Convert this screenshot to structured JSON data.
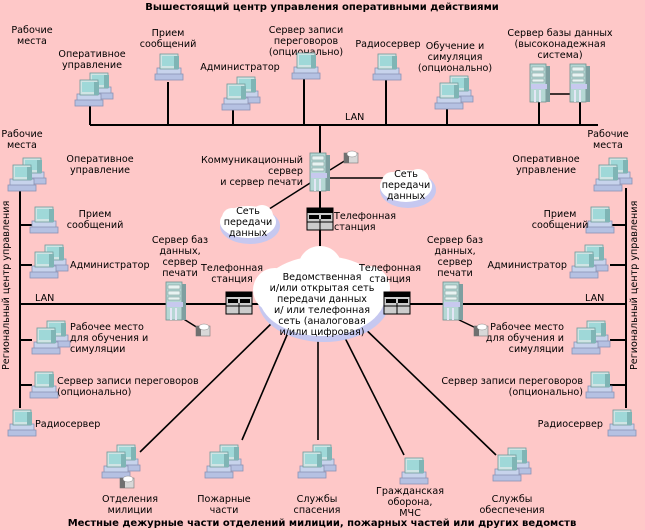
{
  "colors": {
    "background": "#fec8c8",
    "line": "#000000",
    "monitor_screen": "#9fd8d8",
    "monitor_case": "#c7d3ec",
    "cloud": "#ffffff",
    "cloud_shadow": "#c6c8f0",
    "server_body": "#b5d7d4"
  },
  "titles": {
    "top": "Вышестоящий центр управления оперативными действиями",
    "bottom": "Местные дежурные части отделений милиции, пожарных частей или других ведомств",
    "left_side": "Региональный центр управления",
    "right_side": "Региональный центр управления"
  },
  "top_center": {
    "workplaces": "Рабочие\nместа",
    "lan": "LAN",
    "nodes": [
      {
        "label": "Оперативное\nуправление",
        "icon": "workstation-pair"
      },
      {
        "label": "Прием\nсообщений",
        "icon": "workstation"
      },
      {
        "label": "Администратор",
        "icon": "workstation-pair"
      },
      {
        "label": "Сервер записи\nпереговоров\n(опционально)",
        "icon": "workstation"
      },
      {
        "label": "Радиосервер",
        "icon": "workstation"
      },
      {
        "label": "Обучение и\nсимуляция\n(опционально)",
        "icon": "workstation-pair"
      },
      {
        "label": "Сервер базы данных\n(высоконадежная\nсистема)",
        "icon": "server-pair"
      }
    ]
  },
  "core": {
    "comm_server": "Коммуникационный\nсервер\nи сервер печати",
    "phone_station_center": "Телефонная\nстанция",
    "data_net_left": "Сеть\nпередачи\nданных",
    "data_net_right": "Сеть\nпередачи\nданных",
    "main_cloud": "Ведомственная\nи/или открытая сеть\nпередачи данных\nи/ или телефонная\nсеть (аналоговая\nи/или цифровая)"
  },
  "left_region": {
    "workplaces": "Рабочие\nместа",
    "lan": "LAN",
    "db_server": "Сервер баз\nданных,\nсервер\nпечати",
    "phone_station": "Телефонная\nстанция",
    "nodes": [
      {
        "label": "Оперативное\nуправление"
      },
      {
        "label": "Прием\nсообщений"
      },
      {
        "label": "Администратор"
      },
      {
        "label": "Рабочее место\nдля обучения и\nсимуляции"
      },
      {
        "label": "Сервер записи переговоров\n(опционально)"
      },
      {
        "label": "Радиосервер"
      }
    ]
  },
  "right_region": {
    "workplaces": "Рабочие\nместа",
    "lan": "LAN",
    "db_server": "Сервер баз\nданных,\nсервер\nпечати",
    "phone_station": "Телефонная\nстанция",
    "nodes": [
      {
        "label": "Оперативное\nуправление"
      },
      {
        "label": "Прием\nсообщений"
      },
      {
        "label": "Администратор"
      },
      {
        "label": "Рабочее место\nдля обучения и\nсимуляции"
      },
      {
        "label": "Сервер записи переговоров\n(опционально)"
      },
      {
        "label": "Радиосервер"
      }
    ]
  },
  "local_units": [
    {
      "label": "Отделения\nмилиции"
    },
    {
      "label": "Пожарные\nчасти"
    },
    {
      "label": "Службы\nспасения"
    },
    {
      "label": "Гражданская\nоборона,\nМЧС"
    },
    {
      "label": "Службы\nобеспечения"
    }
  ]
}
